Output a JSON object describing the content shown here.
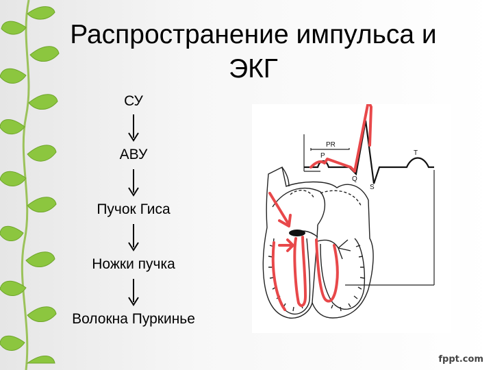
{
  "slide": {
    "title_line1": "Распространение импульса и",
    "title_line2": "ЭКГ"
  },
  "flow": {
    "steps": [
      "СУ",
      "АВУ",
      "Пучок Гиса",
      "Ножки пучка",
      "Волокна Пуркинье"
    ]
  },
  "ecg": {
    "labels": {
      "pr": "PR",
      "p": "P",
      "q": "Q",
      "s": "S",
      "t": "T"
    }
  },
  "footer": {
    "brand": "fppt.com"
  },
  "colors": {
    "annotation_red": "#e8484a",
    "leaf_green": "#8cc63f"
  }
}
